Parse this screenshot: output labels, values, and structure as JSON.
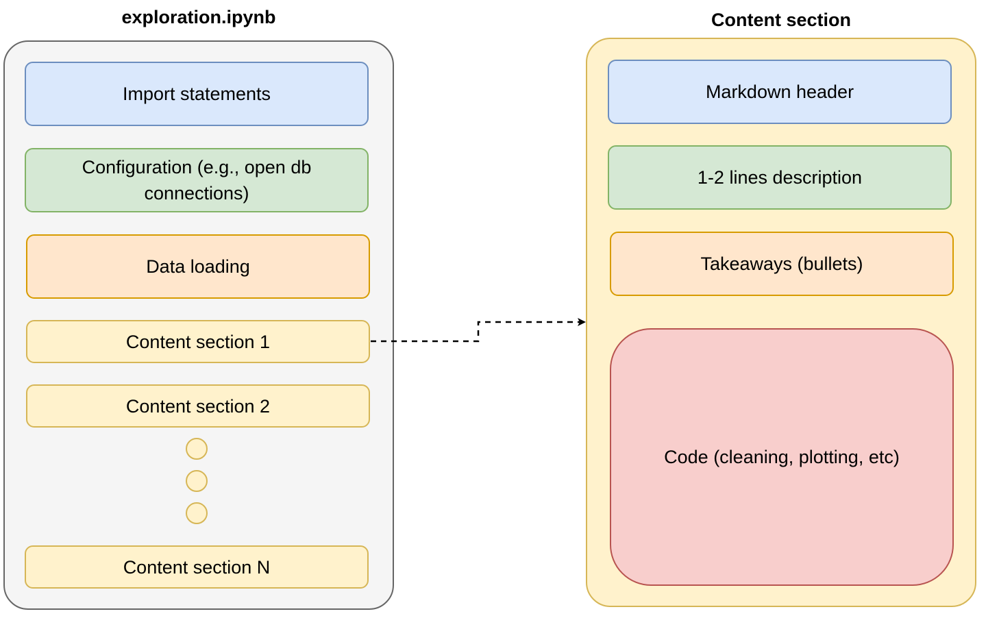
{
  "left_panel": {
    "title": "exploration.ipynb",
    "blocks": {
      "imports": "Import statements",
      "configuration": "Configuration (e.g., open db connections)",
      "data_loading": "Data loading",
      "section_1": "Content section 1",
      "section_2": "Content section 2",
      "section_n": "Content section N"
    }
  },
  "right_panel": {
    "title": "Content section",
    "blocks": {
      "markdown_header": "Markdown header",
      "description": "1-2 lines description",
      "takeaways": "Takeaways (bullets)",
      "code": "Code (cleaning, plotting, etc)"
    }
  },
  "colors": {
    "blue_fill": "#dae8fc",
    "green_fill": "#d5e8d4",
    "orange_fill": "#ffe6cc",
    "yellow_fill": "#fff2cc",
    "red_fill": "#f8cecc",
    "gray_fill": "#f5f5f5"
  },
  "connector": {
    "from": "Content section 1",
    "to": "Content section",
    "style": "dashed-arrow"
  }
}
